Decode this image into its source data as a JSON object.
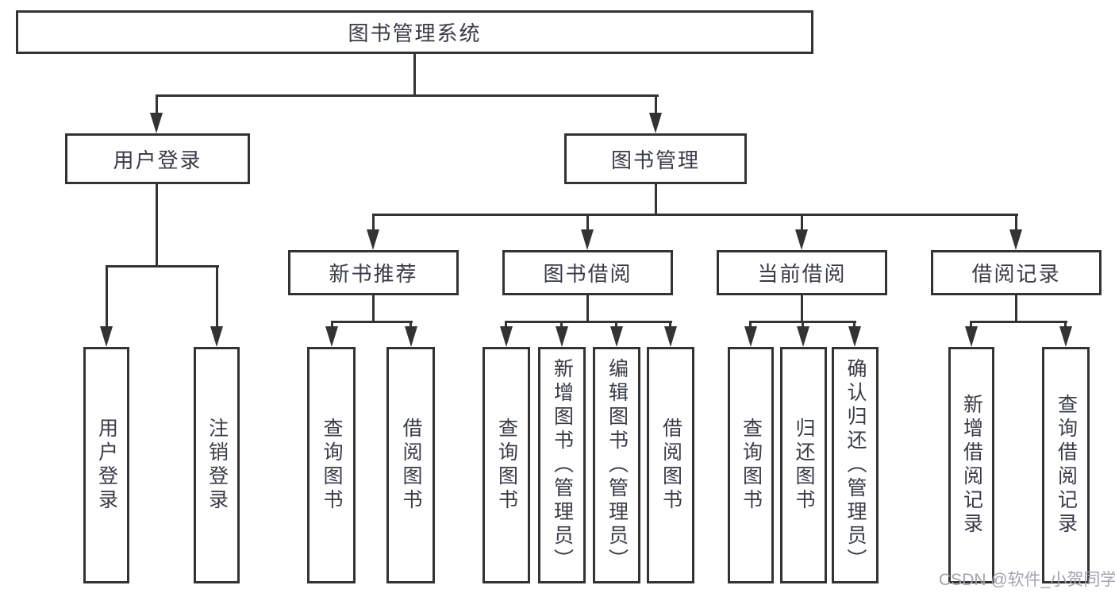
{
  "tree": {
    "root": {
      "label": "图书管理系统"
    },
    "branches": [
      {
        "label": "用户登录",
        "leaves": [
          "用户登录",
          "注销登录"
        ]
      },
      {
        "label": "图书管理",
        "groups": [
          {
            "label": "新书推荐",
            "leaves": [
              "查询图书",
              "借阅图书"
            ]
          },
          {
            "label": "图书借阅",
            "leaves": [
              "查询图书",
              "新增图书（管理员）",
              "编辑图书（管理员）",
              "借阅图书"
            ]
          },
          {
            "label": "当前借阅",
            "leaves": [
              "查询图书",
              "归还图书",
              "确认归还（管理员）"
            ]
          },
          {
            "label": "借阅记录",
            "leaves": [
              "新增借阅记录",
              "查询借阅记录"
            ]
          }
        ]
      }
    ]
  },
  "watermark": {
    "text": "CSDN @软件_小贺同学"
  },
  "colors": {
    "line": "#333333",
    "text": "#363b45",
    "background": "#ffffff",
    "watermark": "#a0a4ac"
  }
}
